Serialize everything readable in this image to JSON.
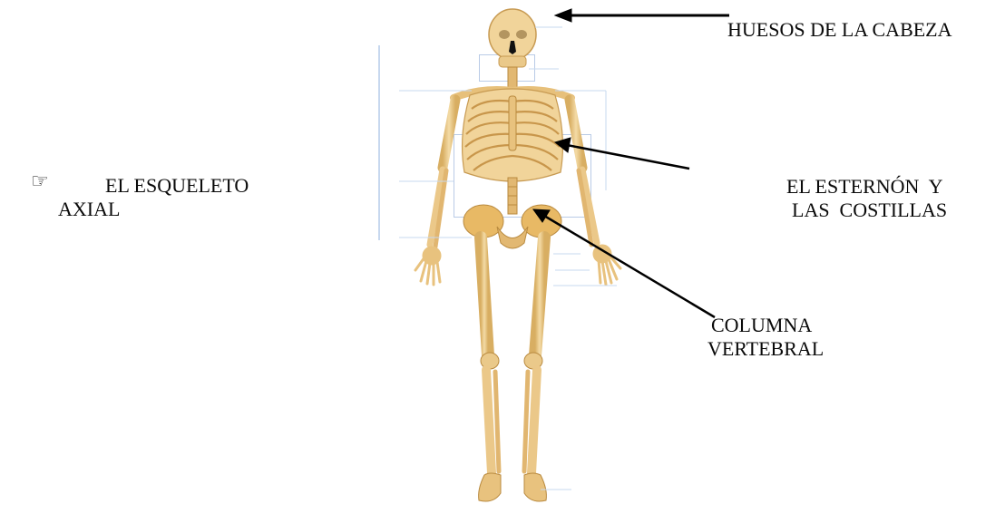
{
  "title": {
    "icon": "pointing-hand-icon",
    "line1": "EL ESQUELETO",
    "line2": "AXIAL"
  },
  "annotations": {
    "head": "HUESOS DE LA CABEZA",
    "sternum_line1": "EL ESTERNÓN  Y",
    "sternum_line2": "LAS  COSTILLAS",
    "spine_line1": "COLUMNA",
    "spine_line2": "VERTEBRAL"
  },
  "colors": {
    "bone": "#f1d49a",
    "bone_shadow": "#d8ae62",
    "bone_dark": "#b98a3f",
    "guide_lines": "#b9cbe6",
    "arrow": "#000000"
  }
}
